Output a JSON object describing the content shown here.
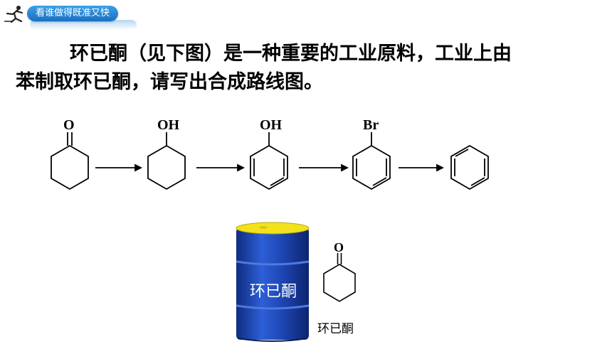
{
  "badge": {
    "label": "看谁做得既准又快"
  },
  "question": {
    "line1": "环已酮（见下图）是一种重要的工业原料，工业上由",
    "line2": "苯制取环已酮，请写出合成路线图。"
  },
  "scheme": {
    "labels": [
      "O",
      "OH",
      "OH",
      "Br"
    ],
    "icons": [
      "cyclohexanone-structure",
      "cyclohexanol-structure",
      "phenol-structure",
      "bromobenzene-structure",
      "benzene-structure"
    ]
  },
  "illustration": {
    "barrel_label": "环已酮",
    "structure_label": "O",
    "caption": "环已酮"
  },
  "colors": {
    "badge_blue": "#1b6fc2",
    "barrel_blue": "#1f49b8",
    "barrel_top": "#f2e21b"
  }
}
